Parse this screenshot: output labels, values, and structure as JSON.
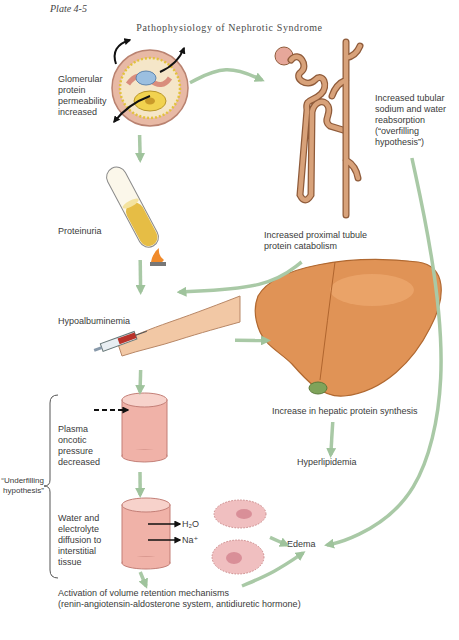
{
  "diagram": {
    "title": "Pathophysiology of Nephrotic Syndrome",
    "nodes": [
      {
        "text": [
          "Glomerular protein permeability increased"
        ]
      },
      {
        "text": [
          "Increased tubular sodium and water reabsorption (“overfilling hypothesis”)"
        ]
      },
      {
        "text": [
          "Increased proximal tubule protein catabolism"
        ]
      },
      {
        "text": [
          "Proteinuria"
        ]
      },
      {
        "text": [
          "Hypoalbuminemia"
        ]
      },
      {
        "text": [
          "Increase in hepatic protein synthesis"
        ]
      },
      {
        "text": [
          "Hyperlipidemia"
        ]
      },
      {
        "text": [
          "Plasma oncotic pressure decreased"
        ]
      },
      {
        "text": [
          "Water and electrolyte diffusion to interstitial tissue"
        ]
      },
      {
        "text": [
          "Edema"
        ]
      },
      {
        "text": [
          "Activation of volume retention mechanisms",
          "(renin-angiotensin-aldosterone system, antidiuretic hormone)"
        ]
      }
    ],
    "edges": [
      {
        "from": 0,
        "to": 2,
        "arrow": "to"
      },
      {
        "from": 0,
        "to": 3,
        "arrow": "to"
      },
      {
        "from": 3,
        "to": 4,
        "arrow": "to"
      },
      {
        "from": 2,
        "to": 4,
        "arrow": "to"
      },
      {
        "from": 4,
        "to": 5,
        "arrow": "to"
      },
      {
        "from": 5,
        "to": 6,
        "arrow": "to"
      },
      {
        "from": 4,
        "to": 7,
        "arrow": "to"
      },
      {
        "from": 7,
        "to": 8,
        "arrow": "to"
      },
      {
        "from": 8,
        "to": 9,
        "arrow": "to"
      },
      {
        "from": 8,
        "to": 10,
        "arrow": "to"
      },
      {
        "from": 10,
        "to": 9,
        "arrow": "to"
      },
      {
        "from": 1,
        "to": 9,
        "arrow": "to"
      }
    ],
    "labels": [
      "Plate 4-5",
      "“Underfilling hypothesis”",
      "H₂O",
      "Na⁺"
    ]
  }
}
